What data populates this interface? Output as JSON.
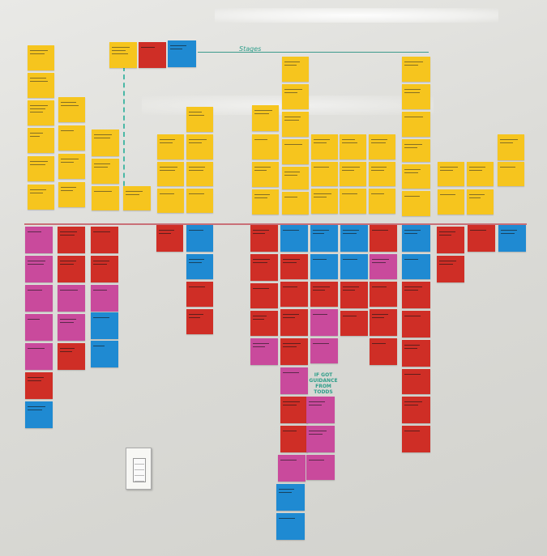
{
  "photo": {
    "subject": "wall of sticky notes",
    "colors": {
      "yellow": "#f6c51e",
      "red": "#cf2e26",
      "magenta": "#c94a9c",
      "blue": "#1f8ad2",
      "wall": "#e2e2de",
      "marker": "#2f9e8a"
    }
  },
  "annotations": {
    "stages_label": "Stages",
    "middle_note": "IF GOT GUIDANCE FROM TODDS"
  }
}
